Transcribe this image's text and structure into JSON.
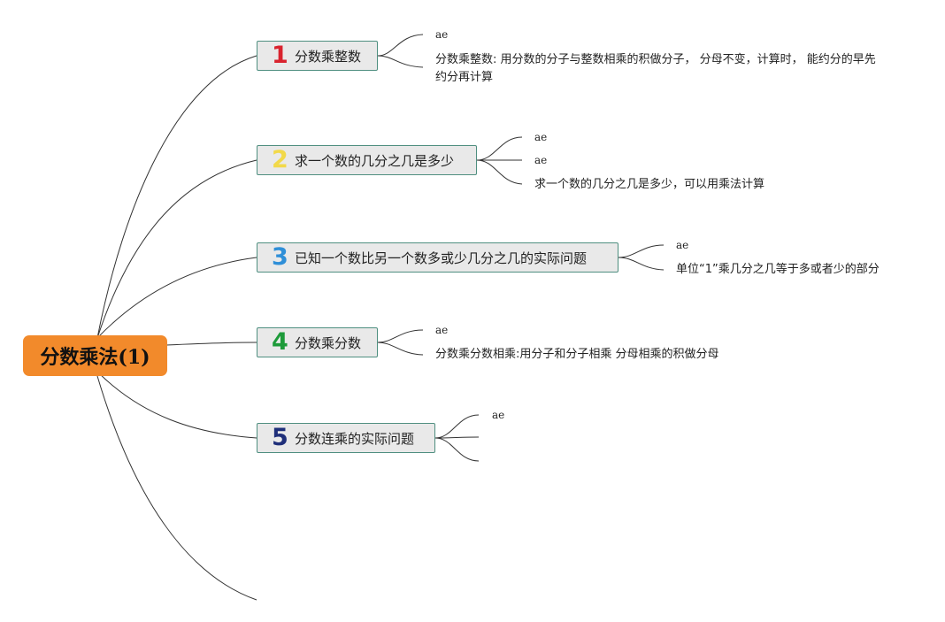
{
  "root": {
    "label": "分数乘法(1)"
  },
  "topics": [
    {
      "number": "1",
      "color": "#d9232e",
      "label": "分数乘整数",
      "leaves": [
        "ae",
        "分数乘整数: 用分数的分子与整数相乘的积做分子， 分母不变，计算时， 能约分的早先约分再计算"
      ]
    },
    {
      "number": "2",
      "color": "#f2d94a",
      "label": "求一个数的几分之几是多少",
      "leaves": [
        "ae",
        "ae",
        "求一个数的几分之几是多少，可以用乘法计算"
      ]
    },
    {
      "number": "3",
      "color": "#2f8fd8",
      "label": "已知一个数比另一个数多或少几分之几的实际问题",
      "leaves": [
        "ae",
        "单位“1”乘几分之几等于多或者少的部分"
      ]
    },
    {
      "number": "4",
      "color": "#1e9b3a",
      "label": "分数乘分数",
      "leaves": [
        "ae",
        "分数乘分数相乘:用分子和分子相乘 分母相乘的积做分母"
      ]
    },
    {
      "number": "5",
      "color": "#1f2f7a",
      "label": "分数连乘的实际问题",
      "leaves": [
        "ae",
        "",
        ""
      ]
    }
  ]
}
